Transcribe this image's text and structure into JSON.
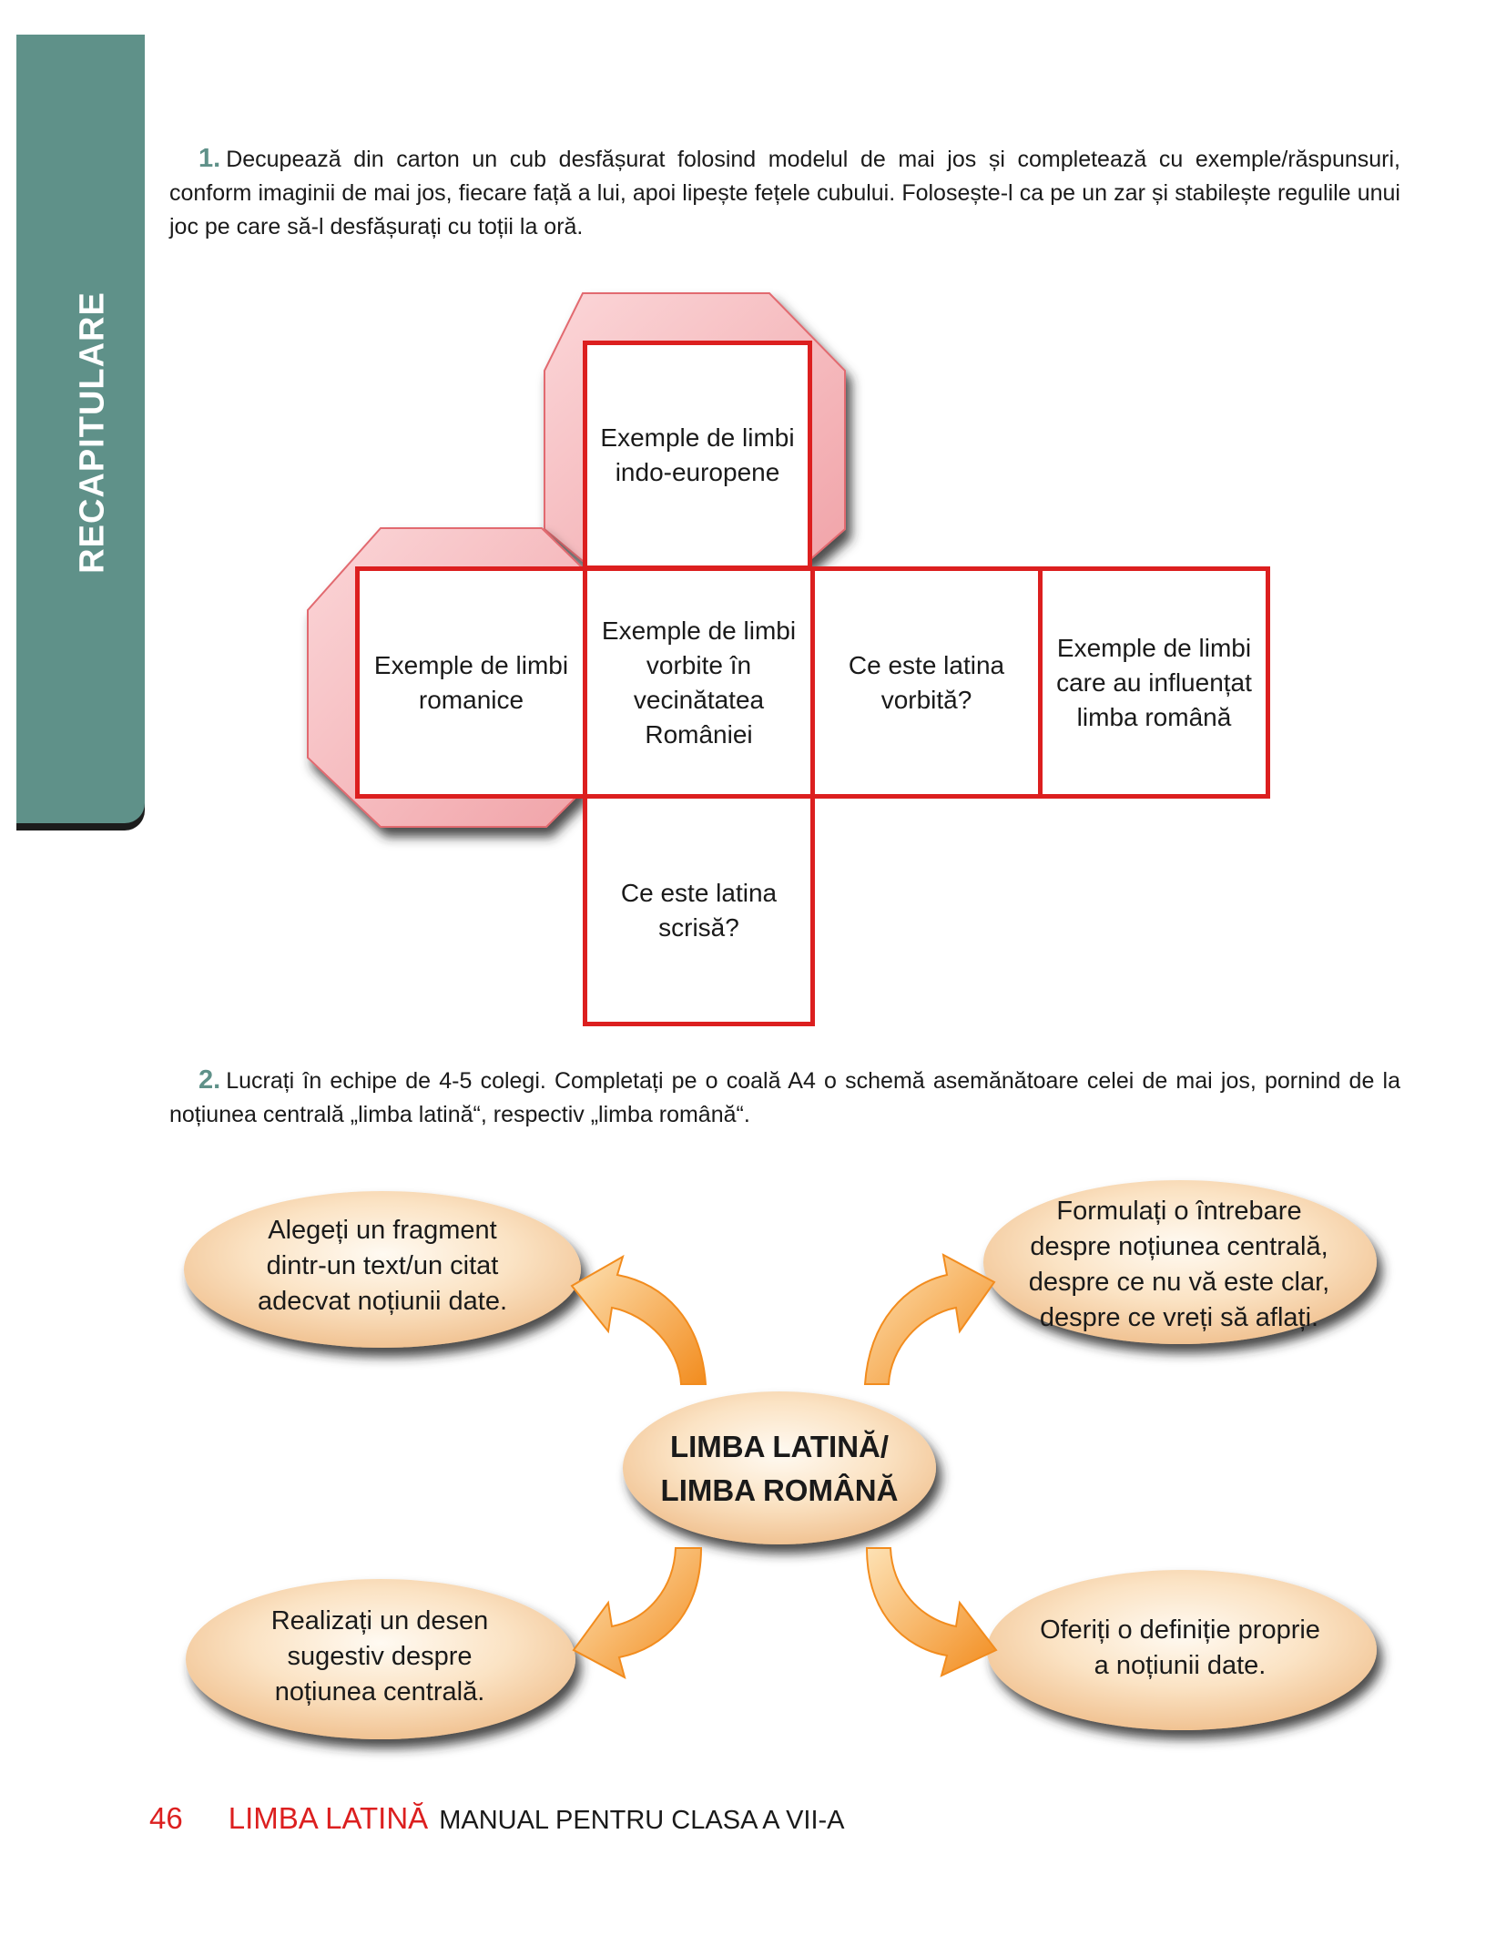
{
  "sidebar": {
    "label": "RECAPITULARE"
  },
  "task1": {
    "number": "1.",
    "text": "Decupează din carton un cub desfășurat folosind modelul de mai jos și completează cu exemple/răspunsuri, conform imaginii de mai jos, fiecare față a lui, apoi lipește fețele cubului. Folosește-l ca pe un zar și stabilește regulile unui joc pe care să-l desfășurați cu toții la oră."
  },
  "cube": {
    "top": "Exemple de limbi indo-europene",
    "left": "Exemple de limbi romanice",
    "center": "Exemple de limbi vorbite în vecinătatea României",
    "right1": "Ce este latina vorbită?",
    "right2": "Exemple de limbi care au influențat limba română",
    "bottom": "Ce este latina scrisă?"
  },
  "task2": {
    "number": "2.",
    "text": "Lucrați în echipe de 4-5 colegi. Completați pe o coală A4 o schemă asemănătoare celei de mai jos, pornind de la noțiunea centrală „limba latină“, respectiv „limba română“."
  },
  "mindmap": {
    "center_line1": "LIMBA LATINĂ/",
    "center_line2": "LIMBA ROMÂNĂ",
    "top_left": "Alegeți un fragment dintr-un text/un citat adecvat noțiunii date.",
    "top_right": "Formulați o întrebare despre noțiunea centrală, despre ce nu vă este clar, despre ce vreți să aflați.",
    "bottom_left": "Realizați un desen sugestiv despre noțiunea centrală.",
    "bottom_right": "Oferiți o definiție proprie a noțiunii date."
  },
  "footer": {
    "page_number": "46",
    "book_title": "LIMBA LATINĂ",
    "subtitle": "MANUAL PENTRU CLASA A VII-A"
  },
  "colors": {
    "accent_red": "#dc1f1f",
    "teal": "#5f9189",
    "arrow_orange": "#f28c1e",
    "ellipse_fill": "#f8d8b4"
  }
}
